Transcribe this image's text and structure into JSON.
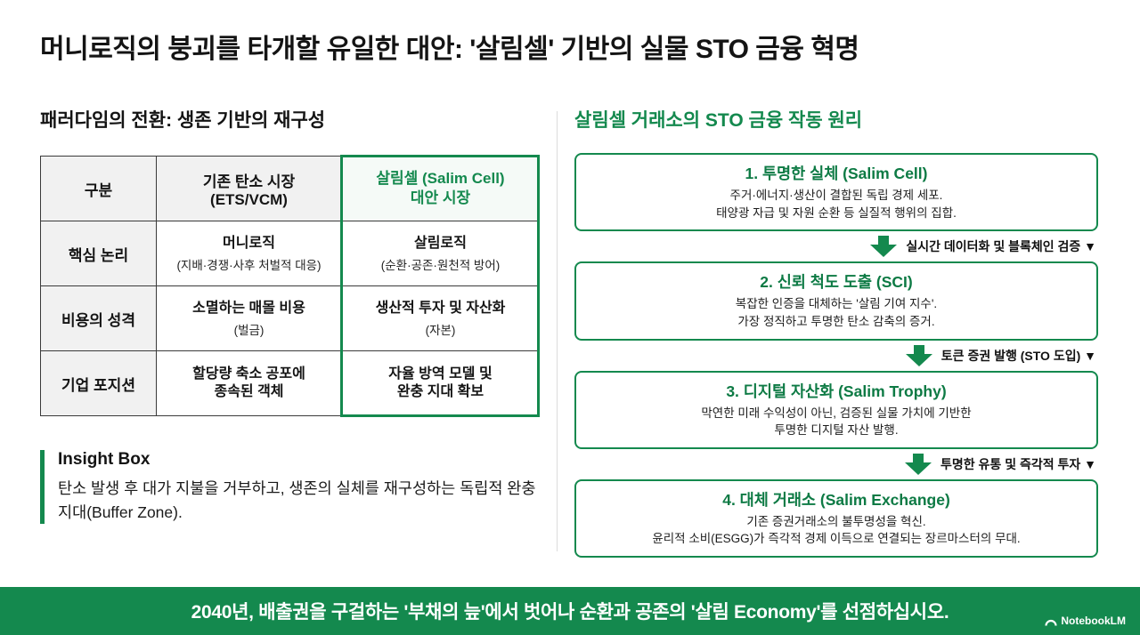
{
  "title": "머니로직의 붕괴를 타개할 유일한 대안: '살림셀' 기반의 실물 STO 금융 혁명",
  "left": {
    "heading": "패러다임의 전환: 생존 기반의 재구성",
    "table": {
      "headers": [
        "구분",
        "기존 탄소 시장\n(ETS/VCM)",
        "살림셀 (Salim Cell)\n대안 시장"
      ],
      "rows": [
        {
          "label": "핵심 논리",
          "old_main": "머니로직",
          "old_sub": "(지배·경쟁·사후 처벌적 대응)",
          "new_main": "살림로직",
          "new_sub": "(순환·공존·원천적 방어)"
        },
        {
          "label": "비용의 성격",
          "old_main": "소멸하는 매몰 비용",
          "old_sub": "(벌금)",
          "new_main": "생산적 투자 및 자산화",
          "new_sub": "(자본)"
        },
        {
          "label": "기업 포지션",
          "old_main": "할당량 축소 공포에\n종속된 객체",
          "old_sub": "",
          "new_main": "자율 방역 모델 및\n완충 지대 확보",
          "new_sub": ""
        }
      ]
    },
    "insight": {
      "title": "Insight Box",
      "body": "탄소 발생 후 대가 지불을 거부하고, 생존의 실체를 재구성하는 독립적 완충 지대(Buffer Zone)."
    }
  },
  "right": {
    "heading": "살림셀 거래소의 STO 금융 작동 원리",
    "steps": [
      {
        "title": "1. 투명한 실체 (Salim Cell)",
        "body": "주거·에너지·생산이 결합된 독립 경제 세포.\n태양광 자급 및 자원 순환 등 실질적 행위의 집합."
      },
      {
        "title": "2. 신뢰 척도 도출 (SCI)",
        "body": "복잡한 인증을 대체하는 '살림 기여 지수'.\n가장 정직하고 투명한 탄소 감축의 증거."
      },
      {
        "title": "3. 디지털 자산화 (Salim Trophy)",
        "body": "막연한 미래 수익성이 아닌, 검증된 실물 가치에 기반한\n투명한 디지털 자산 발행."
      },
      {
        "title": "4. 대체 거래소 (Salim Exchange)",
        "body": "기존 증권거래소의 불투명성을 혁신.\n윤리적 소비(ESGG)가 즉각적 경제 이득으로 연결되는 장르마스터의 무대."
      }
    ],
    "arrows": [
      {
        "label": "실시간 데이터화 및 블록체인 검증 ▼"
      },
      {
        "label": "토큰 증권 발행 (STO 도입) ▼"
      },
      {
        "label": "투명한 유통 및 즉각적 투자 ▼"
      }
    ]
  },
  "footer": {
    "text": "2040년, 배출권을 구걸하는 '부채의 늪'에서 벗어나 순환과 공존의 '살림 Economy'를 선점하십시오.",
    "brand": "NotebookLM"
  },
  "colors": {
    "accent_green": "#14894E",
    "banner_green": "#14894E",
    "table_label_bg": "#f1f1f1",
    "highlight_header_bg": "#f5faf7",
    "table_border": "#3a3a3a"
  }
}
